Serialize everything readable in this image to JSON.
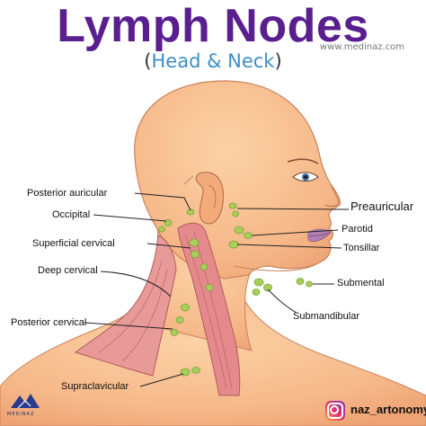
{
  "title": "Lymph Nodes",
  "website": "www.medinaz.com",
  "subtitle": {
    "open": "(",
    "text": "Head & Neck",
    "close": ")"
  },
  "labels": {
    "posterior_auricular": "Posterior auricular",
    "occipital": "Occipital",
    "superficial_cervical": "Superficial cervical",
    "deep_cervical": "Deep cervical",
    "posterior_cervical": "Posterior cervical",
    "supraclavicular": "Supraclavicular",
    "preauricular": "Preauricular",
    "parotid": "Parotid",
    "tonsillar": "Tonsillar",
    "submental": "Submental",
    "submandibular": "Submandibular"
  },
  "footer": {
    "brand": "MEDINAZ",
    "social_handle": "naz_artonomy"
  },
  "colors": {
    "title": "#5a1f8e",
    "subtitle_text": "#3d8fc8",
    "skin": "#f6b889",
    "muscle": "#e58a8c",
    "node": "#a9cf5a"
  }
}
